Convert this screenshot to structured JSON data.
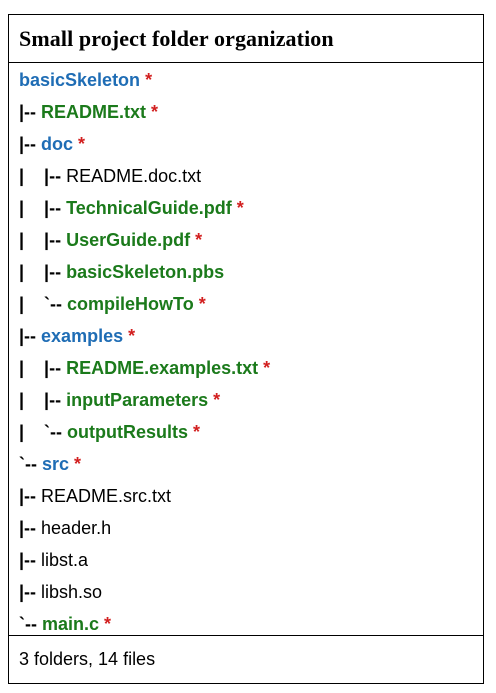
{
  "title": "Small project folder organization",
  "summary": "3 folders, 14 files",
  "colors": {
    "folder": "#1f6db5",
    "marked_file": "#1b7a1b",
    "star": "#d21f1f"
  },
  "tree": [
    {
      "prefix": "",
      "name": "basicSkeleton",
      "kind": "folder",
      "star": "*"
    },
    {
      "prefix": "|-- ",
      "name": "README.txt",
      "kind": "file-green",
      "star": "*"
    },
    {
      "prefix": "|-- ",
      "name": "doc",
      "kind": "folder",
      "star": "*"
    },
    {
      "prefix": "|    |-- ",
      "name": "README.doc.txt",
      "kind": "file",
      "star": ""
    },
    {
      "prefix": "|    |-- ",
      "name": "TechnicalGuide.pdf",
      "kind": "file-green",
      "star": "*"
    },
    {
      "prefix": "|    |-- ",
      "name": "UserGuide.pdf",
      "kind": "file-green",
      "star": "*"
    },
    {
      "prefix": "|    |-- ",
      "name": "basicSkeleton.pbs",
      "kind": "file-green",
      "star": ""
    },
    {
      "prefix": "|    `-- ",
      "name": "compileHowTo",
      "kind": "file-green",
      "star": "*"
    },
    {
      "prefix": "|-- ",
      "name": "examples",
      "kind": "folder",
      "star": "*"
    },
    {
      "prefix": "|    |-- ",
      "name": "README.examples.txt",
      "kind": "file-green",
      "star": "*"
    },
    {
      "prefix": "|    |-- ",
      "name": "inputParameters",
      "kind": "file-green",
      "star": "*"
    },
    {
      "prefix": "|    `-- ",
      "name": "outputResults",
      "kind": "file-green",
      "star": "*"
    },
    {
      "prefix": "`-- ",
      "name": "src",
      "kind": "folder",
      "star": "*"
    },
    {
      "prefix": "|-- ",
      "name": "README.src.txt",
      "kind": "file",
      "star": ""
    },
    {
      "prefix": "|-- ",
      "name": "header.h",
      "kind": "file",
      "star": ""
    },
    {
      "prefix": "|-- ",
      "name": "libst.a",
      "kind": "file",
      "star": ""
    },
    {
      "prefix": "|-- ",
      "name": "libsh.so",
      "kind": "file",
      "star": ""
    },
    {
      "prefix": "`-- ",
      "name": "main.c",
      "kind": "file-green",
      "star": "*"
    }
  ]
}
